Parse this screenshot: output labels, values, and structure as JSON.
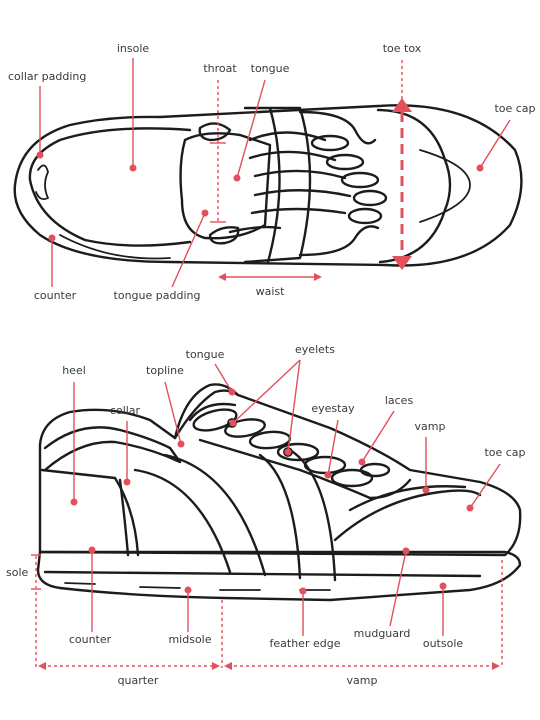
{
  "colors": {
    "accent": "#e2505b",
    "outline": "#1c1c1c",
    "label": "#3a3a3a",
    "background": "#ffffff"
  },
  "top_view": {
    "labels": {
      "insole": "insole",
      "collar_padding": "collar padding",
      "throat": "throat",
      "tongue": "tongue",
      "toe_tox": "toe tox",
      "toe_cap": "toe cap",
      "counter": "counter",
      "tongue_padding": "tongue padding",
      "waist": "waist"
    }
  },
  "side_view": {
    "labels": {
      "tongue": "tongue",
      "eyelets": "eyelets",
      "heel": "heel",
      "topline": "topline",
      "collar": "collar",
      "eyestay": "eyestay",
      "laces": "laces",
      "vamp": "vamp",
      "toe_cap": "toe cap",
      "sole": "sole",
      "counter": "counter",
      "midsole": "midsole",
      "feather_edge": "feather edge",
      "mudguard": "mudguard",
      "outsole": "outsole"
    },
    "dimensions": {
      "quarter": "quarter",
      "vamp": "vamp"
    }
  }
}
